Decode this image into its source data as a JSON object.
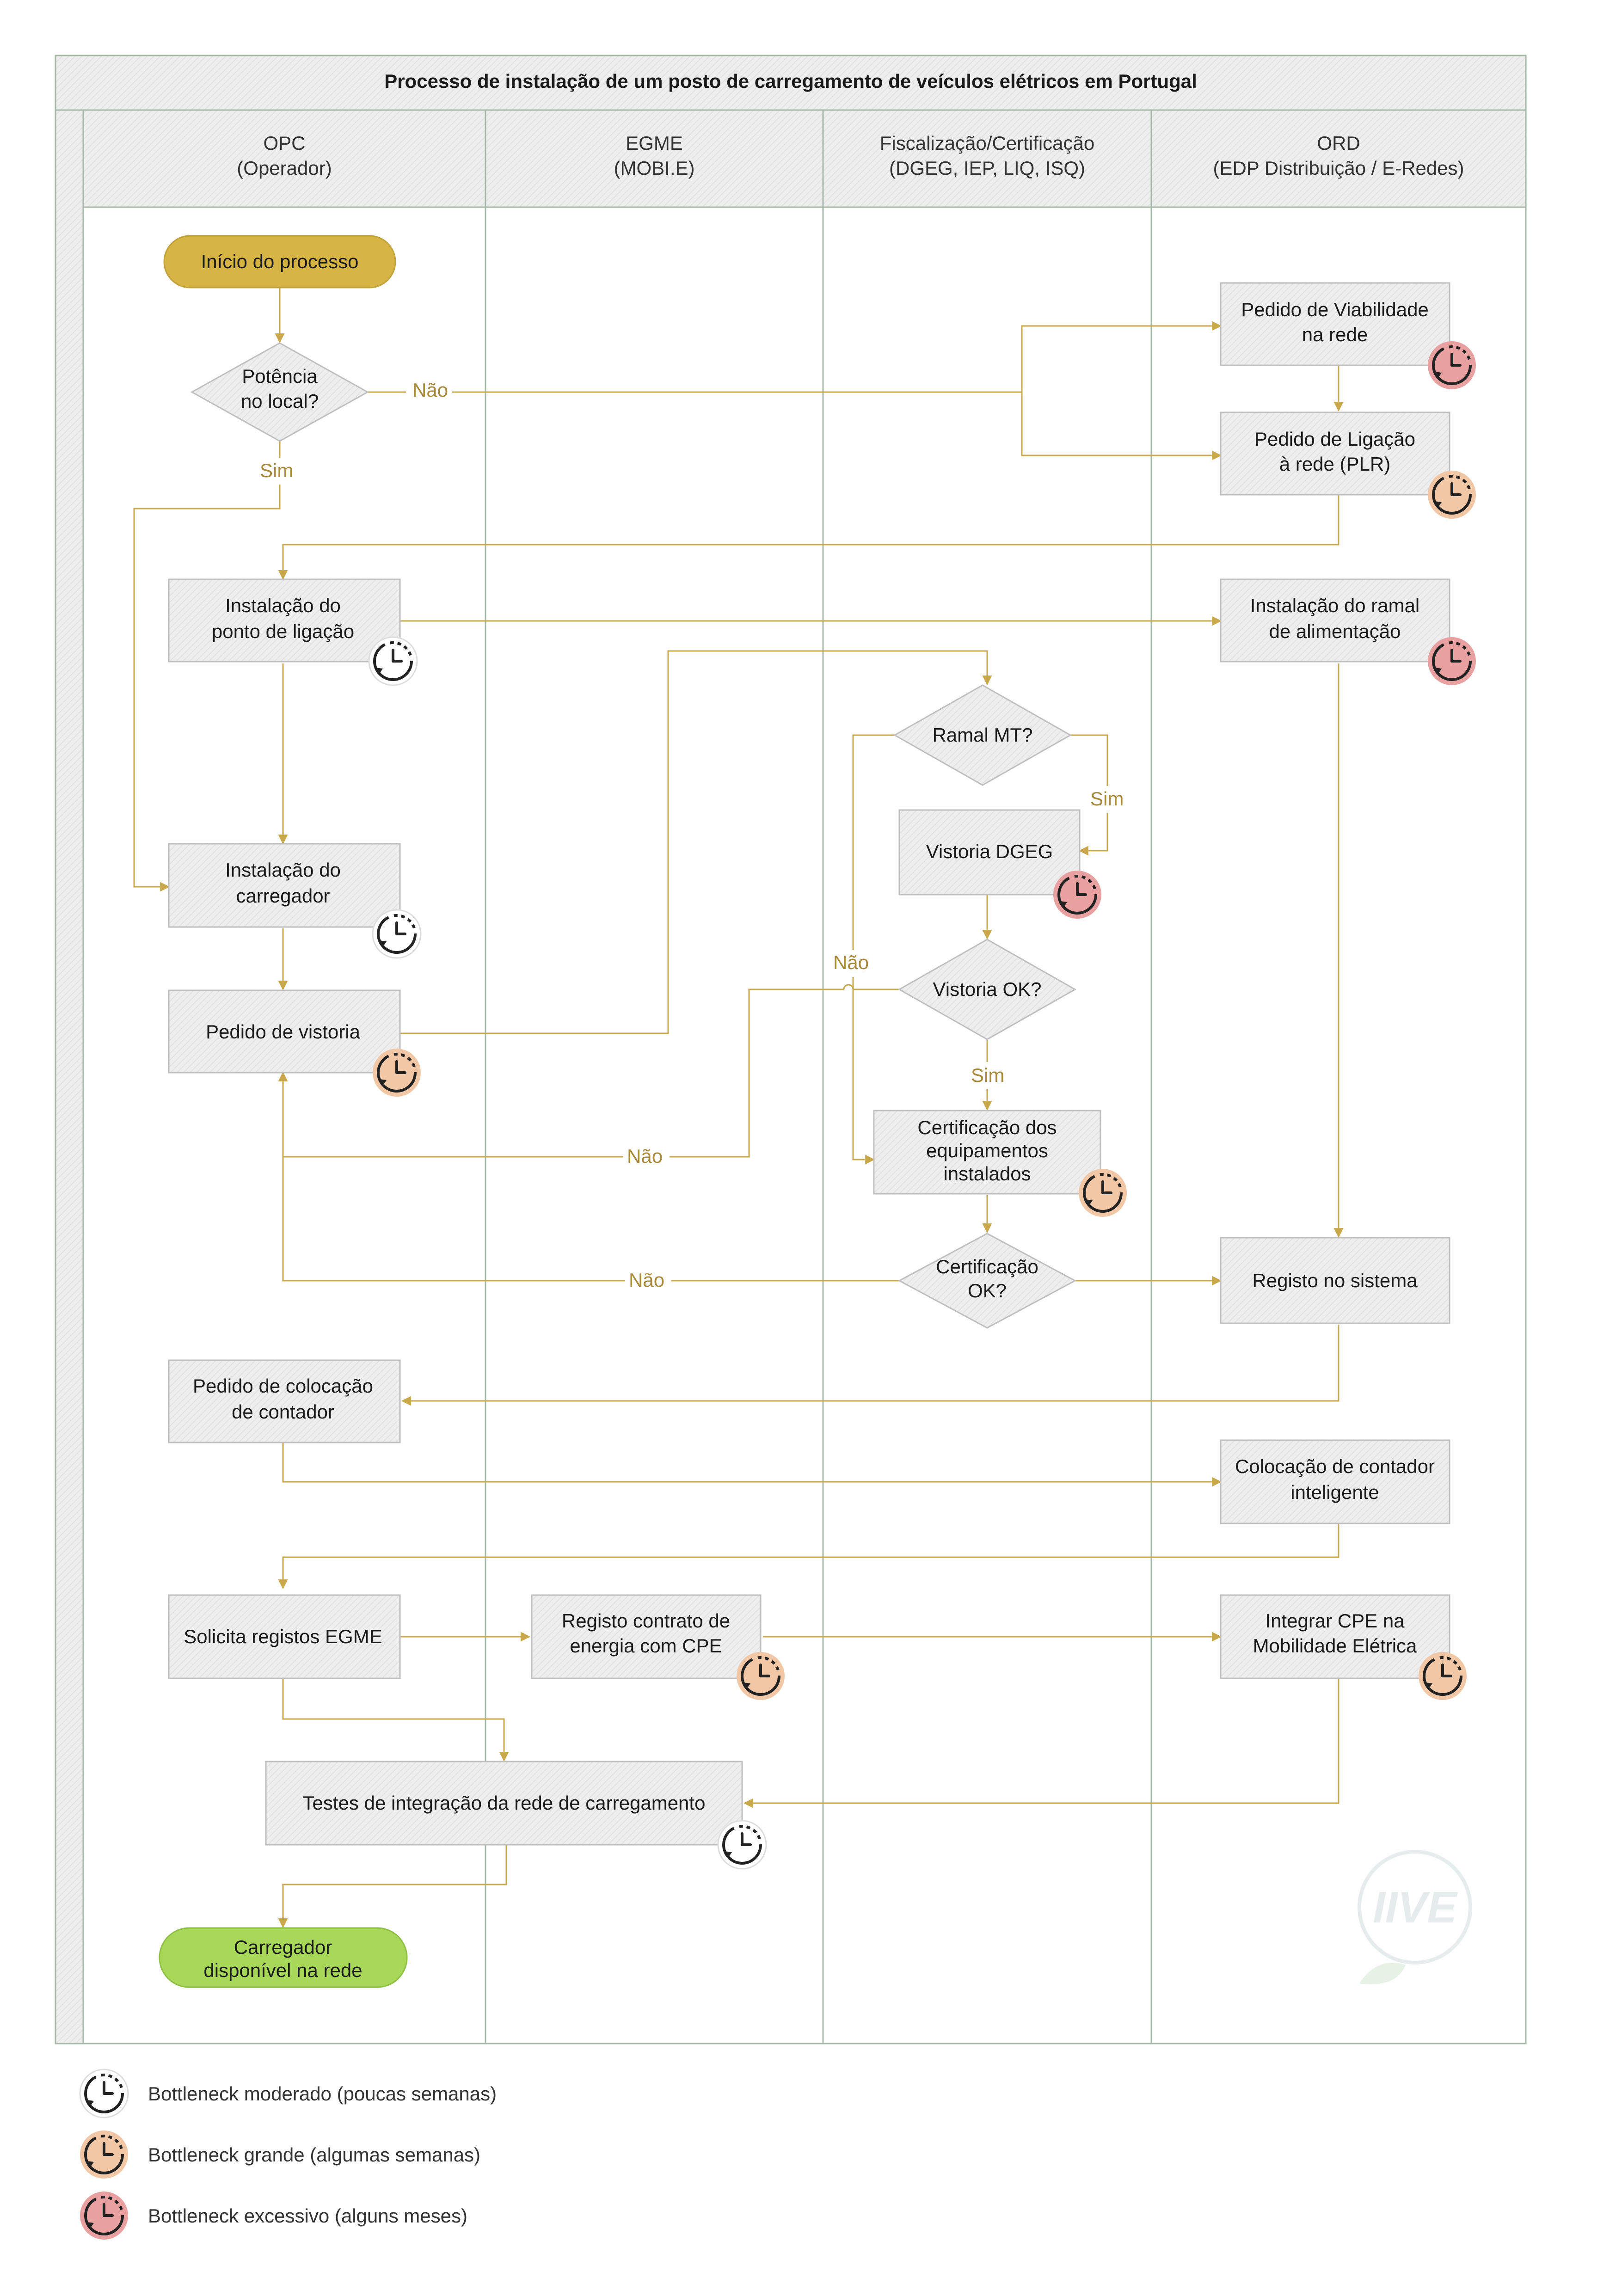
{
  "title": "Processo de instalação de um posto de carregamento de veículos elétricos em Portugal",
  "lanes": [
    {
      "name": "OPC",
      "sub": "(Operador)"
    },
    {
      "name": "EGME",
      "sub": "(MOBI.E)"
    },
    {
      "name": "Fiscalização/Certificação",
      "sub": "(DGEG, IEP, LIQ, ISQ)"
    },
    {
      "name": "ORD",
      "sub": "(EDP Distribuição / E-Redes)"
    }
  ],
  "nodes": {
    "inicio": [
      "Início do processo"
    ],
    "potencia": [
      "Potência",
      "no local?"
    ],
    "viabilidade": [
      "Pedido de Viabilidade",
      "na rede"
    ],
    "ligacao_plr": [
      "Pedido de Ligação",
      "à rede (PLR)"
    ],
    "instalacao_ponto": [
      "Instalação do",
      "ponto de ligação"
    ],
    "instalacao_ramal": [
      "Instalação do ramal",
      "de alimentação"
    ],
    "ramal_mt": [
      "Ramal MT?"
    ],
    "vistoria_dgeg": [
      "Vistoria DGEG"
    ],
    "instalacao_carregador": [
      "Instalação do",
      "carregador"
    ],
    "pedido_vistoria": [
      "Pedido de vistoria"
    ],
    "vistoria_ok": [
      "Vistoria OK?"
    ],
    "certificacao_equip": [
      "Certificação dos",
      "equipamentos",
      "instalados"
    ],
    "certificacao_ok": [
      "Certificação",
      "OK?"
    ],
    "registo_sistema": [
      "Registo no sistema"
    ],
    "pedido_contador": [
      "Pedido de colocação",
      "de contador"
    ],
    "contador_inteligente": [
      "Colocação de contador",
      "inteligente"
    ],
    "solicita_registos": [
      "Solicita registos EGME"
    ],
    "registo_contrato": [
      "Registo contrato de",
      "energia com CPE"
    ],
    "integrar_cpe": [
      "Integrar CPE na",
      "Mobilidade Elétrica"
    ],
    "testes_integracao": [
      "Testes de integração da rede de carregamento"
    ],
    "carregador_disponivel": [
      "Carregador",
      "disponível na rede"
    ]
  },
  "edge_labels": {
    "sim": "Sim",
    "nao": "Não"
  },
  "legend": [
    {
      "level": "moderate",
      "label": "Bottleneck moderado (poucas semanas)"
    },
    {
      "level": "large",
      "label": "Bottleneck grande (algumas semanas)"
    },
    {
      "level": "excessive",
      "label": "Bottleneck excessivo (alguns meses)"
    }
  ],
  "logo_text": "IIVE",
  "colors": {
    "connector": "#c8a84b",
    "label": "#a8893a",
    "box_fill": "#ececec",
    "border": "#bfbfbf",
    "start_fill": "#d7b545",
    "end_fill": "#a8d858",
    "bottleneck_moderate": "#ffffff",
    "bottleneck_large": "#f2c7a6",
    "bottleneck_excessive": "#e9a0a0"
  }
}
